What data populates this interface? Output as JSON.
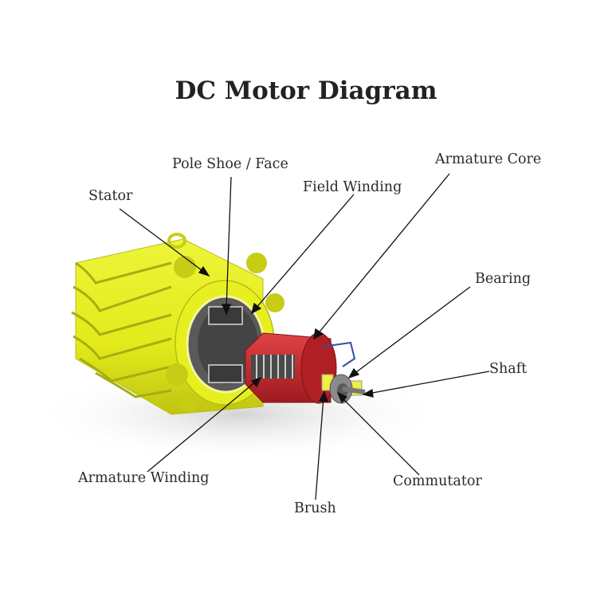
{
  "title": "DC Motor Diagram",
  "labels": {
    "stator": "Stator",
    "pole_shoe": "Pole Shoe / Face",
    "field_winding": "Field Winding",
    "armature_core": "Armature Core",
    "bearing": "Bearing",
    "shaft": "Shaft",
    "armature_winding": "Armature Winding",
    "commutator": "Commutator",
    "brush": "Brush"
  },
  "colors": {
    "stator_yellow": "#e6ee1e",
    "stator_shadow": "#a8ad10",
    "armature_red": "#c3262b",
    "core_grey": "#4a4a4a",
    "commutator_grey": "#8a8a8a",
    "leader_line": "#111111"
  }
}
